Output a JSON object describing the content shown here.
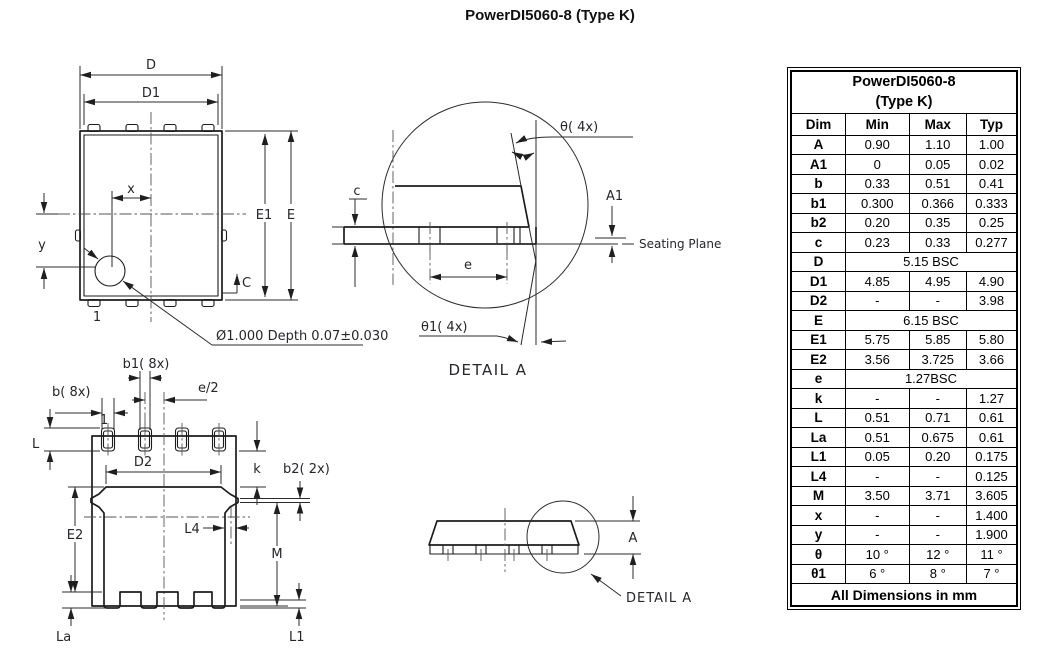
{
  "page": {
    "title": "PowerDI5060-8 (Type K)"
  },
  "top_view": {
    "dim_d": "D",
    "dim_d1": "D1",
    "dim_x": "x",
    "dim_y": "y",
    "dim_e1": "E1",
    "dim_e": "E",
    "corner_c": "C",
    "pin1": "1",
    "dimple_note": "Ø1.000 Depth 0.07±0.030"
  },
  "detail_a": {
    "theta": "θ( 4x)",
    "theta1": "θ1( 4x)",
    "dim_c": "c",
    "dim_a1": "A1",
    "dim_e": "e",
    "seating_plane": "Seating Plane",
    "caption": "DETAIL A"
  },
  "bottom_view": {
    "dim_b": "b( 8x)",
    "dim_b1": "b1( 8x)",
    "dim_e_half": "e/2",
    "pin1": "1",
    "dim_l": "L",
    "dim_d2": "D2",
    "dim_k": "k",
    "dim_b2": "b2( 2x)",
    "dim_e2": "E2",
    "dim_l4": "L4",
    "dim_m": "M",
    "dim_la": "La",
    "dim_l1": "L1"
  },
  "side_view": {
    "dim_a": "A",
    "caption": "DETAIL A"
  },
  "table": {
    "title_line1": "PowerDI5060-8",
    "title_line2": "(Type K)",
    "headers": [
      "Dim",
      "Min",
      "Max",
      "Typ"
    ],
    "rows": [
      {
        "dim": "A",
        "min": "0.90",
        "max": "1.10",
        "typ": "1.00"
      },
      {
        "dim": "A1",
        "min": "0",
        "max": "0.05",
        "typ": "0.02"
      },
      {
        "dim": "b",
        "min": "0.33",
        "max": "0.51",
        "typ": "0.41"
      },
      {
        "dim": "b1",
        "min": "0.300",
        "max": "0.366",
        "typ": "0.333"
      },
      {
        "dim": "b2",
        "min": "0.20",
        "max": "0.35",
        "typ": "0.25"
      },
      {
        "dim": "c",
        "min": "0.23",
        "max": "0.33",
        "typ": "0.277"
      },
      {
        "dim": "D",
        "span": "5.15 BSC"
      },
      {
        "dim": "D1",
        "min": "4.85",
        "max": "4.95",
        "typ": "4.90"
      },
      {
        "dim": "D2",
        "min": "-",
        "max": "-",
        "typ": "3.98"
      },
      {
        "dim": "E",
        "span": "6.15 BSC"
      },
      {
        "dim": "E1",
        "min": "5.75",
        "max": "5.85",
        "typ": "5.80"
      },
      {
        "dim": "E2",
        "min": "3.56",
        "max": "3.725",
        "typ": "3.66"
      },
      {
        "dim": "e",
        "span": "1.27BSC"
      },
      {
        "dim": "k",
        "min": "-",
        "max": "-",
        "typ": "1.27"
      },
      {
        "dim": "L",
        "min": "0.51",
        "max": "0.71",
        "typ": "0.61"
      },
      {
        "dim": "La",
        "min": "0.51",
        "max": "0.675",
        "typ": "0.61"
      },
      {
        "dim": "L1",
        "min": "0.05",
        "max": "0.20",
        "typ": "0.175"
      },
      {
        "dim": "L4",
        "min": "-",
        "max": "-",
        "typ": "0.125"
      },
      {
        "dim": "M",
        "min": "3.50",
        "max": "3.71",
        "typ": "3.605"
      },
      {
        "dim": "x",
        "min": "-",
        "max": "-",
        "typ": "1.400"
      },
      {
        "dim": "y",
        "min": "-",
        "max": "-",
        "typ": "1.900"
      },
      {
        "dim": "θ",
        "min": "10 °",
        "max": "12 °",
        "typ": "11 °"
      },
      {
        "dim": "θ1",
        "min": "6 °",
        "max": "8 °",
        "typ": "7 °"
      }
    ],
    "footer": "All Dimensions in mm"
  }
}
